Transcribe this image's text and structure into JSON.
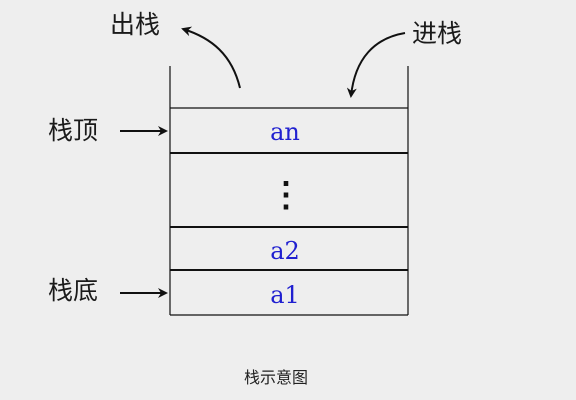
{
  "labels": {
    "pop": "出栈",
    "push": "进栈",
    "top": "栈顶",
    "bottom": "栈底"
  },
  "cells": {
    "top_item": "an",
    "ellipsis": "⋮",
    "second_item": "a2",
    "bottom_item": "a1"
  },
  "caption": "栈示意图",
  "colors": {
    "background": "#eeeeee",
    "line": "#111111",
    "cell_text": "#2020d0"
  }
}
